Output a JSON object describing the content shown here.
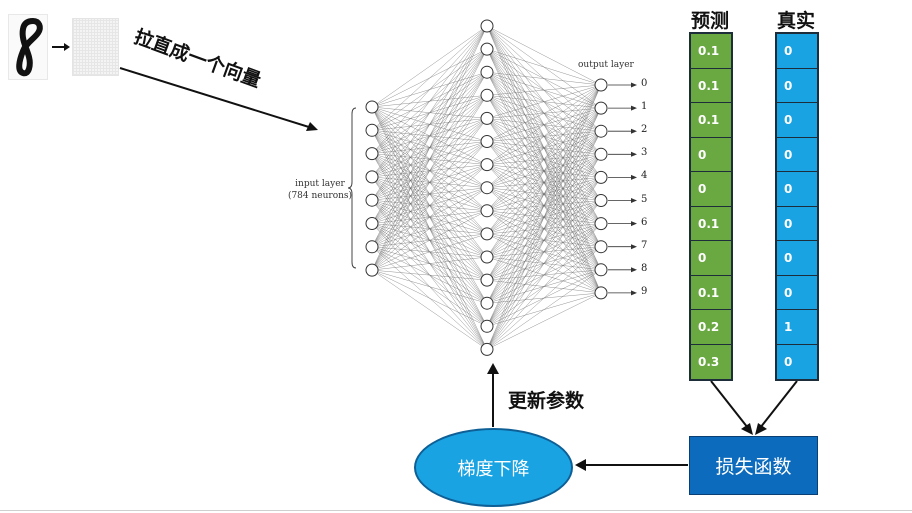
{
  "top_label": "拉直成一个向量",
  "network": {
    "input_label_line1": "input layer",
    "input_label_line2": "(784 neurons)",
    "output_label": "output layer",
    "output_digits": [
      "0",
      "1",
      "2",
      "3",
      "4",
      "5",
      "6",
      "7",
      "8",
      "9"
    ]
  },
  "prediction": {
    "header": "预测",
    "values": [
      "0.1",
      "0.1",
      "0.1",
      "0",
      "0",
      "0.1",
      "0",
      "0.1",
      "0.2",
      "0.3"
    ]
  },
  "truth": {
    "header": "真实",
    "values": [
      "0",
      "0",
      "0",
      "0",
      "0",
      "0",
      "0",
      "0",
      "1",
      "0"
    ]
  },
  "loss_label": "损失函数",
  "gradient_label": "梯度下降",
  "update_label": "更新参数",
  "colors": {
    "prediction": "#6aa842",
    "truth": "#1aa3e2",
    "loss_box": "#0d6bbd",
    "ellipse": "#1aa3e2"
  }
}
